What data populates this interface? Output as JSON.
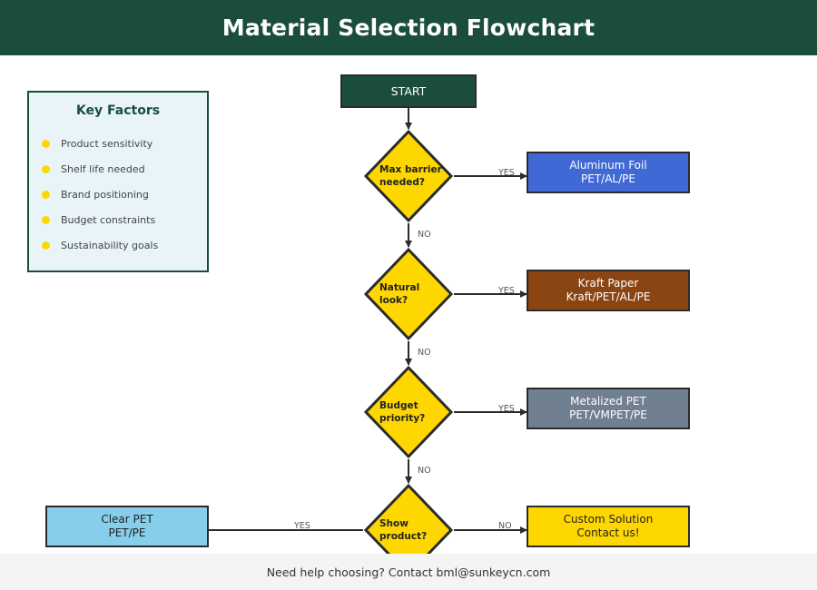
{
  "header": {
    "title": "Material Selection Flowchart",
    "background_color": "#1B4D3E",
    "text_color": "#FFFFFF"
  },
  "footer": {
    "text": "Need help choosing? Contact bml@sunkeycn.com",
    "background_color": "#F4F4F4"
  },
  "key_factors": {
    "title": "Key Factors",
    "bullet_color": "#FFD700",
    "panel_background": "#E8F4F8",
    "panel_border": "#1B4D3E",
    "items": [
      {
        "label": "Product sensitivity"
      },
      {
        "label": "Shelf life needed"
      },
      {
        "label": "Brand positioning"
      },
      {
        "label": "Budget constraints"
      },
      {
        "label": "Sustainability goals"
      }
    ]
  },
  "flowchart": {
    "start": {
      "label": "START",
      "fill": "#1B4D3E",
      "text_color": "#FFFFFF"
    },
    "decisions": [
      {
        "id": "barrier",
        "line1": "Max barrier",
        "line2": "needed?",
        "fill": "#FFD700"
      },
      {
        "id": "natural",
        "line1": "Natural",
        "line2": "look?",
        "fill": "#FFD700"
      },
      {
        "id": "budget",
        "line1": "Budget",
        "line2": "priority?",
        "fill": "#FFD700"
      },
      {
        "id": "show",
        "line1": "Show",
        "line2": "product?",
        "fill": "#FFD700"
      }
    ],
    "results": [
      {
        "id": "aluminum",
        "line1": "Aluminum Foil",
        "line2": "PET/AL/PE",
        "fill": "#4169D6",
        "text_color": "#FFFFFF"
      },
      {
        "id": "kraft",
        "line1": "Kraft Paper",
        "line2": "Kraft/PET/AL/PE",
        "fill": "#8B4513",
        "text_color": "#FFFFFF"
      },
      {
        "id": "metalized",
        "line1": "Metalized PET",
        "line2": "PET/VMPET/PE",
        "fill": "#708090",
        "text_color": "#FFFFFF"
      },
      {
        "id": "custom",
        "line1": "Custom Solution",
        "line2": "Contact us!",
        "fill": "#FFD700",
        "text_color": "#222222"
      },
      {
        "id": "clearpet",
        "line1": "Clear PET",
        "line2": "PET/PE",
        "fill": "#87CEEB",
        "text_color": "#222222"
      }
    ],
    "edge_labels": {
      "barrier_yes": "YES",
      "barrier_no": "NO",
      "natural_yes": "YES",
      "natural_no": "NO",
      "budget_yes": "YES",
      "budget_no": "NO",
      "show_yes": "YES",
      "show_no": "NO"
    },
    "connector_color": "#2B2B2B"
  }
}
